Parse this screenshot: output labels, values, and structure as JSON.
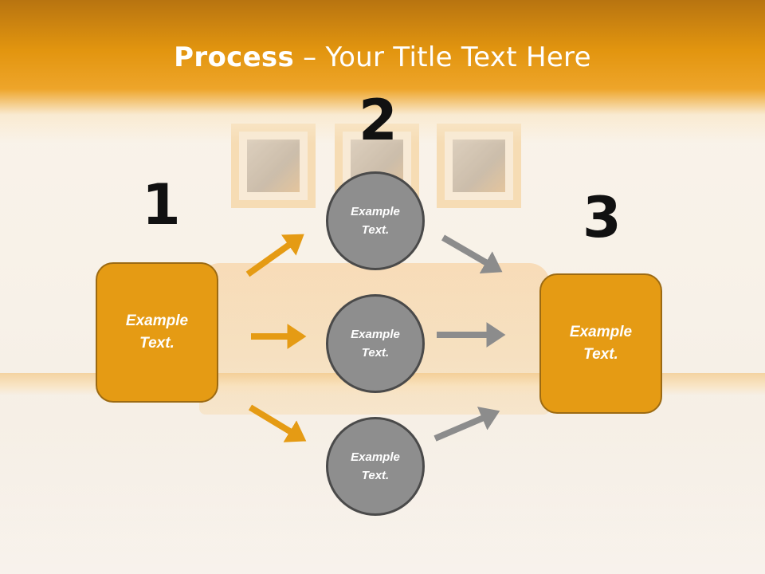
{
  "slide": {
    "title_bold": "Process",
    "title_rest": " – Your Title Text Here",
    "colors": {
      "accent_orange": "#e59b14",
      "circle_gray": "#8e8e8e",
      "arrow_gray": "#8c8c8c",
      "title_bar": "#e2950f"
    }
  },
  "steps": [
    {
      "number": "1",
      "text": "Example\nText."
    },
    {
      "number": "2",
      "circles": [
        "Example\nText.",
        "Example\nText.",
        "Example\nText."
      ]
    },
    {
      "number": "3",
      "text": "Example\nText."
    }
  ]
}
